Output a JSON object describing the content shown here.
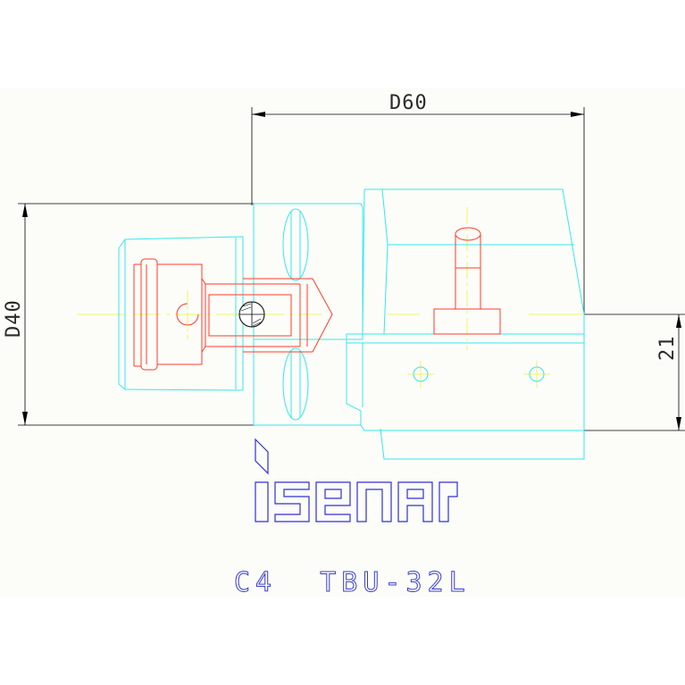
{
  "background": {
    "panel_color": "#fcfdf8",
    "page_color": "#ffffff"
  },
  "colors": {
    "outline": "#36e6ee",
    "detail": "#ff3a2a",
    "centerline": "#f1ee39",
    "dimension": "#000000",
    "logo": "#2f2fd8"
  },
  "dimensions": {
    "width_label": "D60",
    "height_label": "D40",
    "offset_label": "21"
  },
  "logo": {
    "brand": "iscar"
  },
  "model": {
    "label": "C4  TBU-32L"
  }
}
